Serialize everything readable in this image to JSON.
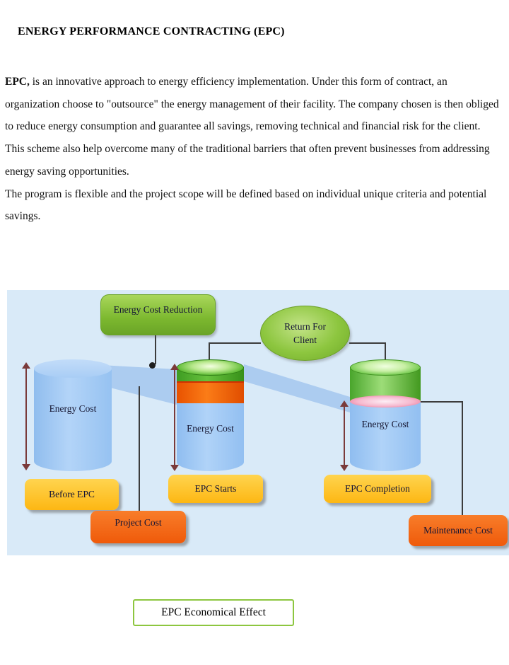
{
  "document": {
    "title": "ENERGY PERFORMANCE CONTRACTING (EPC)",
    "intro_bold": "EPC,",
    "intro_rest": " is an innovative approach to energy efficiency implementation. Under this form of contract, an organization choose to \"outsource\" the energy management of their facility. The company chosen is then obliged to reduce energy consumption and guarantee all savings, removing technical and financial risk for the client.",
    "para2": "This scheme also help overcome many of the traditional barriers that often prevent businesses from addressing energy saving opportunities.",
    "para3": "The program is flexible and the project scope will be defined based on individual unique criteria and potential savings."
  },
  "diagram": {
    "energy_cost_reduction_label": "Energy Cost Reduction",
    "return_for_client": {
      "line1": "Return For",
      "line2": "Client"
    },
    "cylinder_left_label": "Energy Cost",
    "cylinder_middle_label": "Energy Cost",
    "cylinder_right_label": "Energy Cost",
    "stage_before": "Before EPC",
    "stage_start": "EPC Starts",
    "stage_completion": "EPC Completion",
    "project_cost_label": "Project Cost",
    "maintenance_cost_label": "Maintenance Cost",
    "caption": "EPC Economical Effect",
    "colors": {
      "diagram_background": "#d9eaf8",
      "cylinder_blue": "#a2caf4",
      "accent_green": "#8dc63f",
      "accent_yellow": "#fdbb13",
      "accent_orange": "#f26a1b",
      "arrow_maroon": "#7a3a3a"
    }
  }
}
